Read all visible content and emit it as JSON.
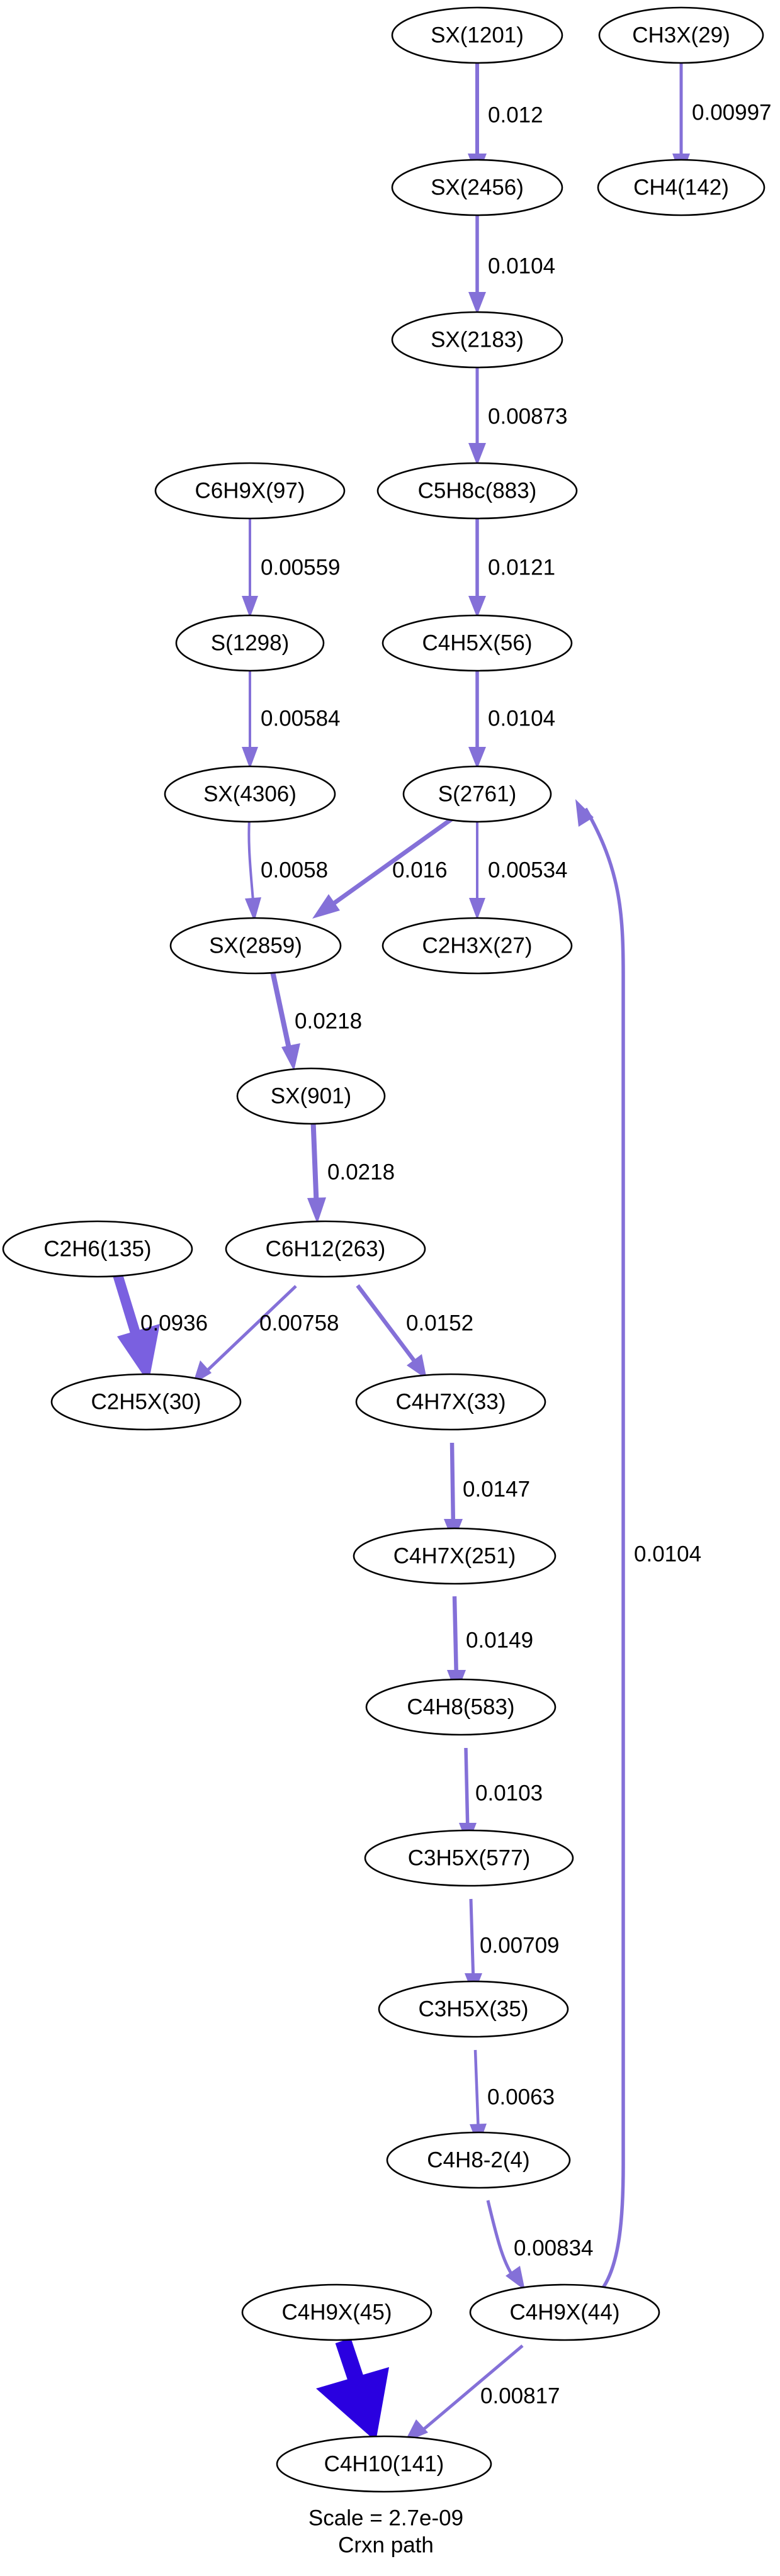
{
  "graph": {
    "nodes": [
      {
        "id": "n_sx1201",
        "label": "SX(1201)"
      },
      {
        "id": "n_ch3x29",
        "label": "CH3X(29)"
      },
      {
        "id": "n_sx2456",
        "label": "SX(2456)"
      },
      {
        "id": "n_ch4_142",
        "label": "CH4(142)"
      },
      {
        "id": "n_sx2183",
        "label": "SX(2183)"
      },
      {
        "id": "n_c6h9x97",
        "label": "C6H9X(97)"
      },
      {
        "id": "n_c5h8c883",
        "label": "C5H8c(883)"
      },
      {
        "id": "n_s1298",
        "label": "S(1298)"
      },
      {
        "id": "n_c4h5x56",
        "label": "C4H5X(56)"
      },
      {
        "id": "n_sx4306",
        "label": "SX(4306)"
      },
      {
        "id": "n_s2761",
        "label": "S(2761)"
      },
      {
        "id": "n_sx2859",
        "label": "SX(2859)"
      },
      {
        "id": "n_c2h3x27",
        "label": "C2H3X(27)"
      },
      {
        "id": "n_sx901",
        "label": "SX(901)"
      },
      {
        "id": "n_c2h6_135",
        "label": "C2H6(135)"
      },
      {
        "id": "n_c6h12_263",
        "label": "C6H12(263)"
      },
      {
        "id": "n_c2h5x30",
        "label": "C2H5X(30)"
      },
      {
        "id": "n_c4h7x33",
        "label": "C4H7X(33)"
      },
      {
        "id": "n_c4h7x251",
        "label": "C4H7X(251)"
      },
      {
        "id": "n_c4h8_583",
        "label": "C4H8(583)"
      },
      {
        "id": "n_c3h5x577",
        "label": "C3H5X(577)"
      },
      {
        "id": "n_c3h5x35",
        "label": "C3H5X(35)"
      },
      {
        "id": "n_c4h8_2_4",
        "label": "C4H8-2(4)"
      },
      {
        "id": "n_c4h9x45",
        "label": "C4H9X(45)"
      },
      {
        "id": "n_c4h9x44",
        "label": "C4H9X(44)"
      },
      {
        "id": "n_c4h10_141",
        "label": "C4H10(141)"
      }
    ],
    "edges": [
      {
        "from": "SX(1201)",
        "to": "SX(2456)",
        "label": "0.012",
        "color": "#8470d8"
      },
      {
        "from": "CH3X(29)",
        "to": "CH4(142)",
        "label": "0.00997",
        "color": "#8470d8"
      },
      {
        "from": "SX(2456)",
        "to": "SX(2183)",
        "label": "0.0104",
        "color": "#8470d8"
      },
      {
        "from": "SX(2183)",
        "to": "C5H8c(883)",
        "label": "0.00873",
        "color": "#8470d8"
      },
      {
        "from": "C6H9X(97)",
        "to": "S(1298)",
        "label": "0.00559",
        "color": "#8470d8"
      },
      {
        "from": "C5H8c(883)",
        "to": "C4H5X(56)",
        "label": "0.0121",
        "color": "#8470d8"
      },
      {
        "from": "S(1298)",
        "to": "SX(4306)",
        "label": "0.00584",
        "color": "#8470d8"
      },
      {
        "from": "C4H5X(56)",
        "to": "S(2761)",
        "label": "0.0104",
        "color": "#8470d8"
      },
      {
        "from": "SX(4306)",
        "to": "SX(2859)",
        "label": "0.0058",
        "color": "#8470d8"
      },
      {
        "from": "S(2761)",
        "to": "SX(2859)",
        "label": "0.016",
        "color": "#8470d8"
      },
      {
        "from": "S(2761)",
        "to": "C2H3X(27)",
        "label": "0.00534",
        "color": "#8470d8"
      },
      {
        "from": "SX(2859)",
        "to": "SX(901)",
        "label": "0.0218",
        "color": "#8470d8"
      },
      {
        "from": "SX(901)",
        "to": "C6H12(263)",
        "label": "0.0218",
        "color": "#8470d8"
      },
      {
        "from": "C2H6(135)",
        "to": "C2H5X(30)",
        "label": "0.0936",
        "color": "#7a60e0"
      },
      {
        "from": "C6H12(263)",
        "to": "C2H5X(30)",
        "label": "0.00758",
        "color": "#8470d8"
      },
      {
        "from": "C6H12(263)",
        "to": "C4H7X(33)",
        "label": "0.0152",
        "color": "#8470d8"
      },
      {
        "from": "C4H7X(33)",
        "to": "C4H7X(251)",
        "label": "0.0147",
        "color": "#8470d8"
      },
      {
        "from": "C4H7X(251)",
        "to": "C4H8(583)",
        "label": "0.0149",
        "color": "#8470d8"
      },
      {
        "from": "C4H8(583)",
        "to": "C3H5X(577)",
        "label": "0.0103",
        "color": "#8470d8"
      },
      {
        "from": "C3H5X(577)",
        "to": "C3H5X(35)",
        "label": "0.00709",
        "color": "#8470d8"
      },
      {
        "from": "C3H5X(35)",
        "to": "C4H8-2(4)",
        "label": "0.0063",
        "color": "#8470d8"
      },
      {
        "from": "C4H8-2(4)",
        "to": "C4H9X(44)",
        "label": "0.00834",
        "color": "#8470d8"
      },
      {
        "from": "C4H9X(44)",
        "to": "S(2761)",
        "label": "0.0104",
        "color": "#8470d8"
      },
      {
        "from": "C4H9X(44)",
        "to": "C4H10(141)",
        "label": "0.00817",
        "color": "#8470d8"
      },
      {
        "from": "C4H9X(45)",
        "to": "C4H10(141)",
        "label": "",
        "color": "#2a00e0"
      }
    ]
  },
  "footer": {
    "scale": "Scale = 2.7e-09",
    "caption": "Crxn path"
  }
}
